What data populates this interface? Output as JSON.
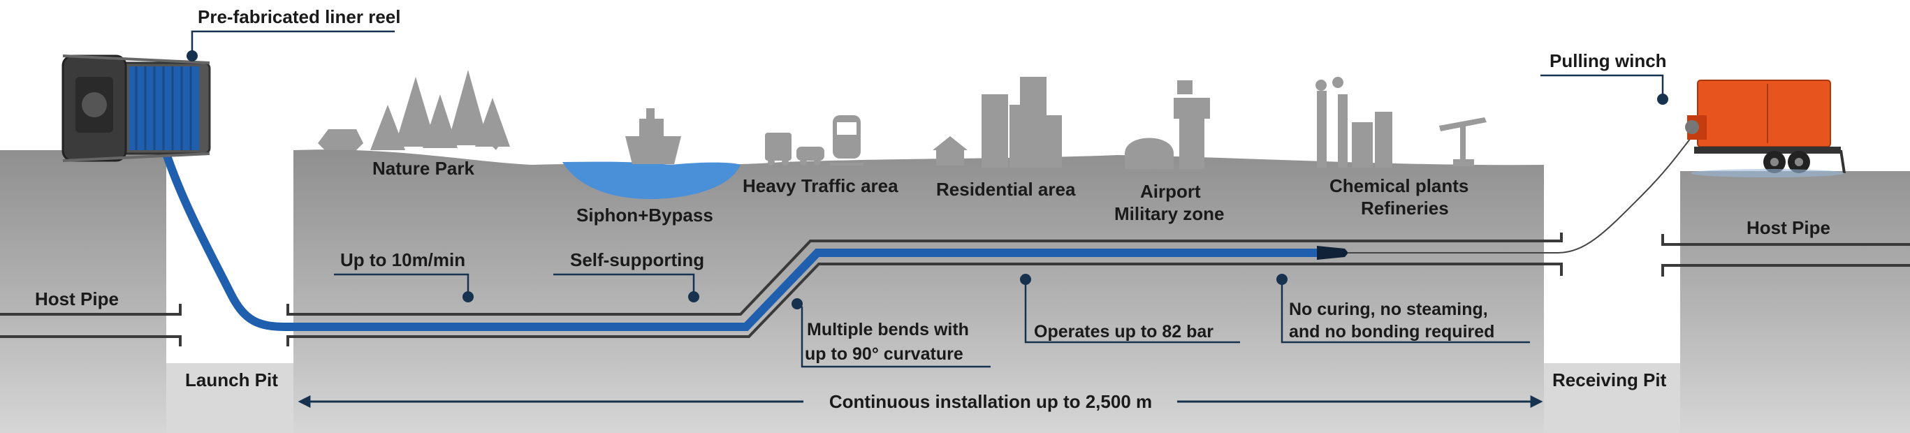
{
  "labels": {
    "reel": "Pre-fabricated liner reel",
    "winch": "Pulling winch",
    "host_pipe_left": "Host Pipe",
    "host_pipe_right": "Host Pipe",
    "launch_pit": "Launch Pit",
    "receiving_pit": "Receiving Pit",
    "nature_park": "Nature Park",
    "siphon": "Siphon+Bypass",
    "heavy_traffic": "Heavy Traffic area",
    "residential": "Residential area",
    "airport_line1": "Airport",
    "airport_line2": "Military zone",
    "chemical_line1": "Chemical plants",
    "chemical_line2": "Refineries",
    "speed": "Up to 10m/min",
    "self_supporting": "Self-supporting",
    "bends_line1": "Multiple bends with",
    "bends_line2": "up to 90° curvature",
    "pressure": "Operates up to 82 bar",
    "curing_line1": "No curing, no steaming,",
    "curing_line2": "and no bonding required",
    "installation": "Continuous installation up to 2,500 m"
  },
  "colors": {
    "ground_dark": "#8e8e8e",
    "ground_light": "#c9c9c9",
    "liner_blue": "#1f5fae",
    "water_blue": "#4a90d9",
    "winch_orange": "#e8541e",
    "callout_navy": "#17324f",
    "pipe_line": "#3a3a3a",
    "skyline_grey": "#9a9a9a"
  },
  "icons": [
    "liner-reel-icon",
    "pulling-winch-icon",
    "forest-icon",
    "ship-icon",
    "truck-icon",
    "car-icon",
    "train-icon",
    "city-icon",
    "house-icon",
    "hangar-icon",
    "control-tower-icon",
    "chemical-plant-icon",
    "oil-pump-icon"
  ]
}
